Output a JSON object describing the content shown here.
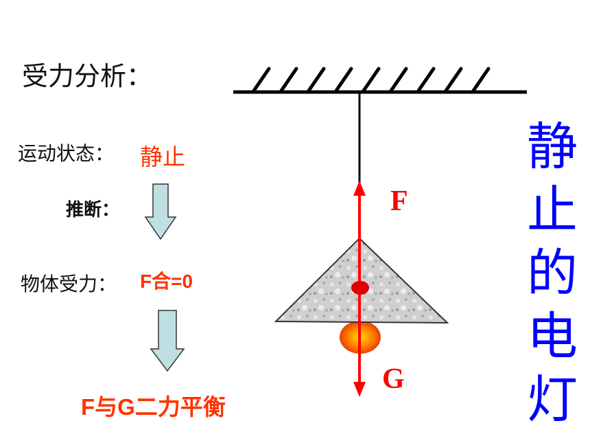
{
  "heading": "受力分析：",
  "motion_state_label": "运动状态：",
  "motion_state_value": "静止",
  "inference_label": "推断：",
  "force_label": "物体受力：",
  "net_force": "F合=0",
  "conclusion": "F与G二力平衡",
  "title_chars": [
    "静",
    "止",
    "的",
    "电",
    "灯"
  ],
  "force_up_label": "F",
  "force_down_label": "G",
  "colors": {
    "accent_red": "#ff3300",
    "force_arrow": "#ff0000",
    "title_blue": "#0000ff",
    "down_arrow_fill": "#bfe0e2",
    "lampshade": "#c8c8c8"
  }
}
